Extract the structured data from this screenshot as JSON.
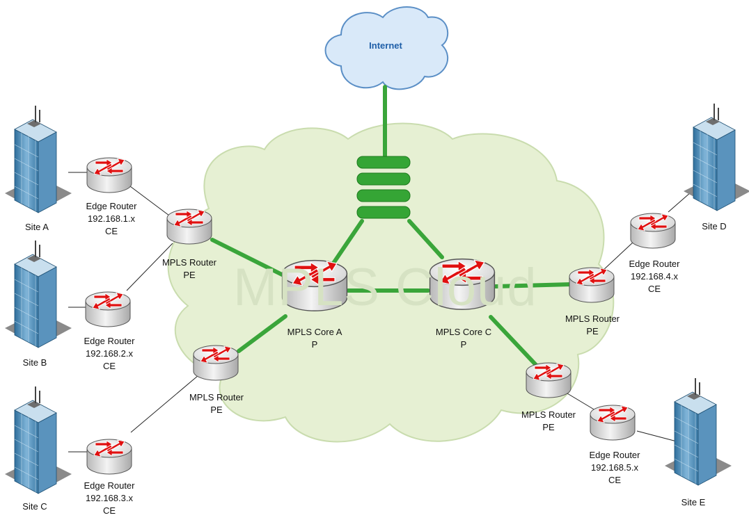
{
  "internet": {
    "label": "Internet"
  },
  "cloud": {
    "watermark": "MPLS Cloud"
  },
  "colors": {
    "link_green": "#3aa53a",
    "router_arrow": "#e01010",
    "cloud_fill": "#e6f0d3",
    "internet_cloud": "#d9e9f9"
  },
  "sites": {
    "a": "Site A",
    "b": "Site B",
    "c": "Site C",
    "d": "Site D",
    "e": "Site E"
  },
  "routers": {
    "ce1": {
      "line1": "Edge Router",
      "line2": "192.168.1.x",
      "line3": "CE"
    },
    "ce2": {
      "line1": "Edge Router",
      "line2": "192.168.2.x",
      "line3": "CE"
    },
    "ce3": {
      "line1": "Edge Router",
      "line2": "192.168.3.x",
      "line3": "CE"
    },
    "ce4": {
      "line1": "Edge Router",
      "line2": "192.168.4.x",
      "line3": "CE"
    },
    "ce5": {
      "line1": "Edge Router",
      "line2": "192.168.5.x",
      "line3": "CE"
    },
    "pe1": {
      "line1": "MPLS Router",
      "line2": "PE"
    },
    "pe2": {
      "line1": "MPLS Router",
      "line2": "PE"
    },
    "pe3": {
      "line1": "MPLS Router",
      "line2": "PE"
    },
    "pe4": {
      "line1": "MPLS Router",
      "line2": "PE"
    },
    "corea": {
      "line1": "MPLS Core A",
      "line2": "P"
    },
    "corec": {
      "line1": "MPLS Core C",
      "line2": "P"
    }
  }
}
